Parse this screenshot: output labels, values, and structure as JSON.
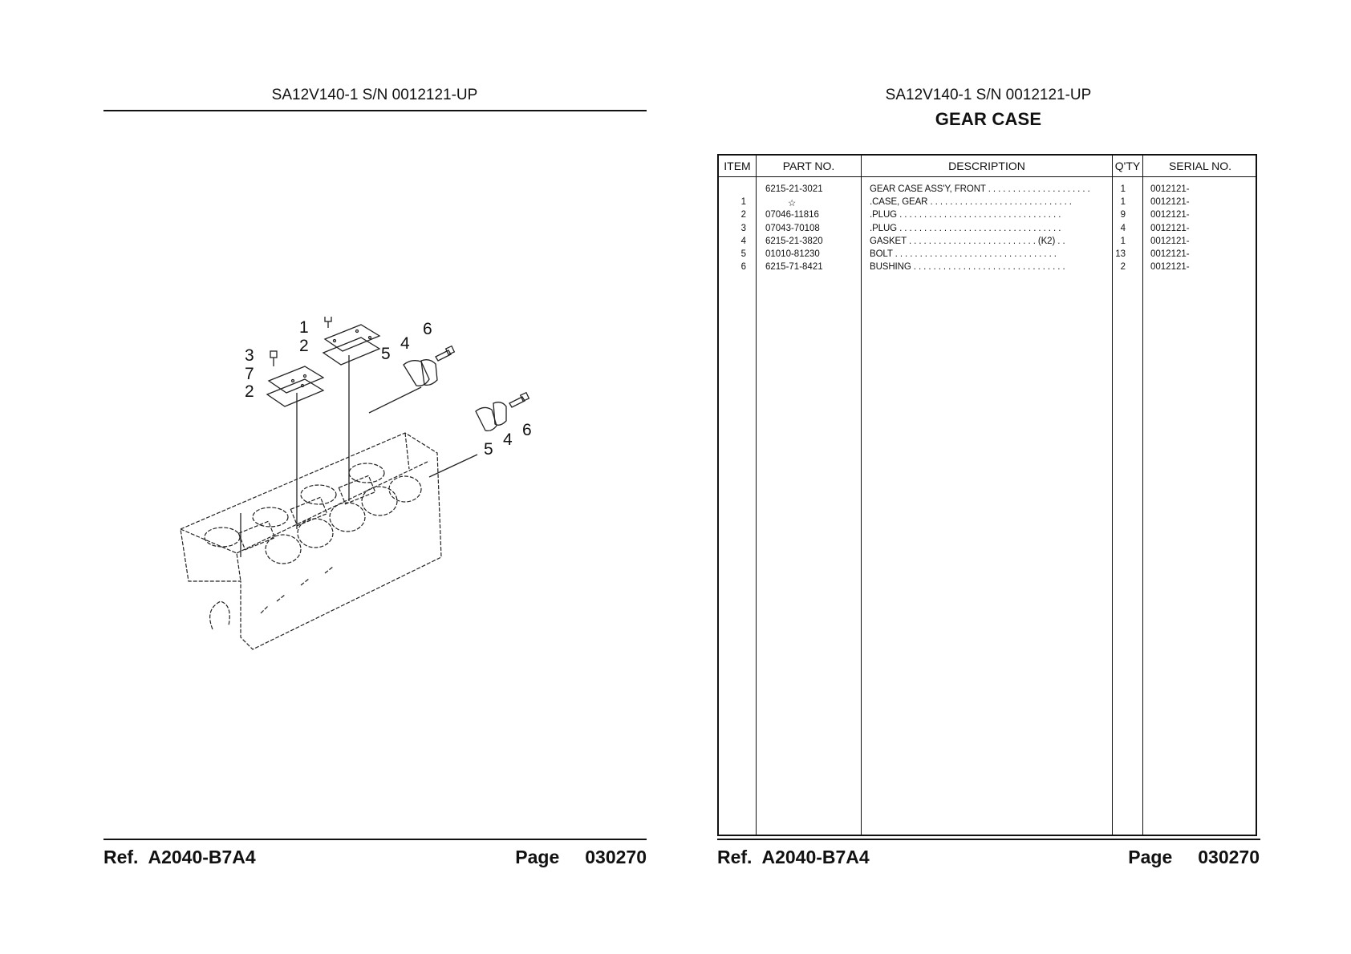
{
  "left_page": {
    "model": "SA12V140-1 S/N 0012121-UP",
    "callouts": [
      "3",
      "1",
      "2",
      "3",
      "7",
      "2",
      "5",
      "4",
      "6",
      "5",
      "4",
      "6"
    ],
    "footer": {
      "ref_label": "Ref.",
      "ref_value": "A2040-B7A4",
      "page_label": "Page",
      "page_value": "030270"
    }
  },
  "right_page": {
    "model": "SA12V140-1 S/N 0012121-UP",
    "title": "GEAR CASE",
    "table": {
      "headers": {
        "item": "ITEM",
        "part_no": "PART NO.",
        "description": "DESCRIPTION",
        "qty": "Q'TY",
        "serial_no": "SERIAL NO."
      },
      "rows": [
        {
          "item": "",
          "part_no": "6215-21-3021",
          "description": "GEAR CASE ASS'Y, FRONT . . . . . . . . . . . . . . . . . . . . .",
          "qty": "1",
          "serial_no": "0012121-"
        },
        {
          "item": "1",
          "part_no": "☆",
          "description": ".CASE, GEAR . . . . . . . . . . . . . . . . . . . . . . . . . . . . .",
          "qty": "1",
          "serial_no": "0012121-"
        },
        {
          "item": "2",
          "part_no": "07046-11816",
          "description": ".PLUG . . . . . . . . . . . . . . . . . . . . . . . . . . . . . . . . .",
          "qty": "9",
          "serial_no": "0012121-"
        },
        {
          "item": "3",
          "part_no": "07043-70108",
          "description": ".PLUG . . . . . . . . . . . . . . . . . . . . . . . . . . . . . . . . .",
          "qty": "4",
          "serial_no": "0012121-"
        },
        {
          "item": "4",
          "part_no": "6215-21-3820",
          "description": "GASKET . . . . . . . . . . . . . . . . . . . . . . . . . . (K2) . .",
          "qty": "1",
          "serial_no": "0012121-"
        },
        {
          "item": "5",
          "part_no": "01010-81230",
          "description": "BOLT . . . . . . . . . . . . . . . . . . . . . . . . . . . . . . . . .",
          "qty": "13",
          "serial_no": "0012121-"
        },
        {
          "item": "6",
          "part_no": "6215-71-8421",
          "description": "BUSHING . . . . . . . . . . . . . . . . . . . . . . . . . . . . . . .",
          "qty": "2",
          "serial_no": "0012121-"
        }
      ]
    },
    "footer": {
      "ref_label": "Ref.",
      "ref_value": "A2040-B7A4",
      "page_label": "Page",
      "page_value": "030270"
    }
  }
}
